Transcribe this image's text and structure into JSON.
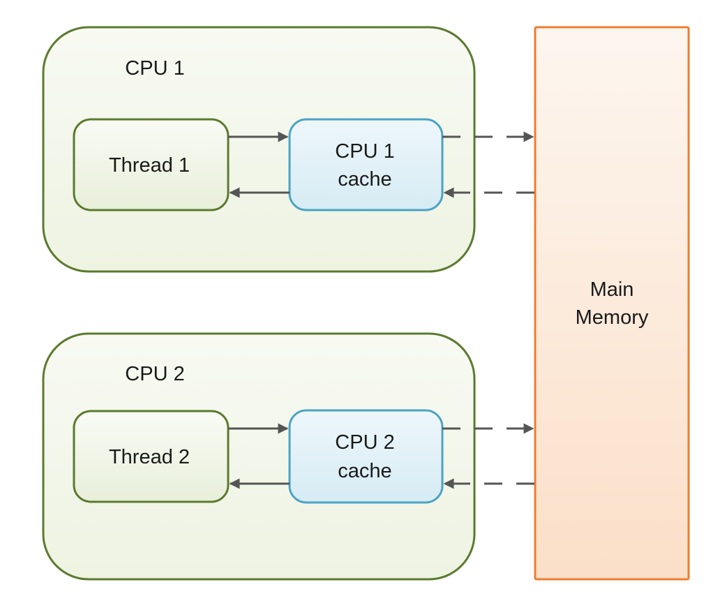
{
  "diagram": {
    "cpus": [
      {
        "title": "CPU 1",
        "thread": "Thread 1",
        "cache_line1": "CPU 1",
        "cache_line2": "cache"
      },
      {
        "title": "CPU 2",
        "thread": "Thread 2",
        "cache_line1": "CPU 2",
        "cache_line2": "cache"
      }
    ],
    "memory": {
      "line1": "Main",
      "line2": "Memory"
    },
    "colors": {
      "cpu_border": "#5b7a2e",
      "cpu_fill_top": "#f8faf3",
      "cpu_fill_bottom": "#eef3e2",
      "cache_border": "#4ba3c3",
      "cache_fill_top": "#eef7fb",
      "cache_fill_bottom": "#d6ebf4",
      "memory_border": "#ed7d31",
      "memory_fill_top": "#fdf6ef",
      "memory_fill_bottom": "#fbdfc8",
      "arrow": "#555555"
    }
  }
}
